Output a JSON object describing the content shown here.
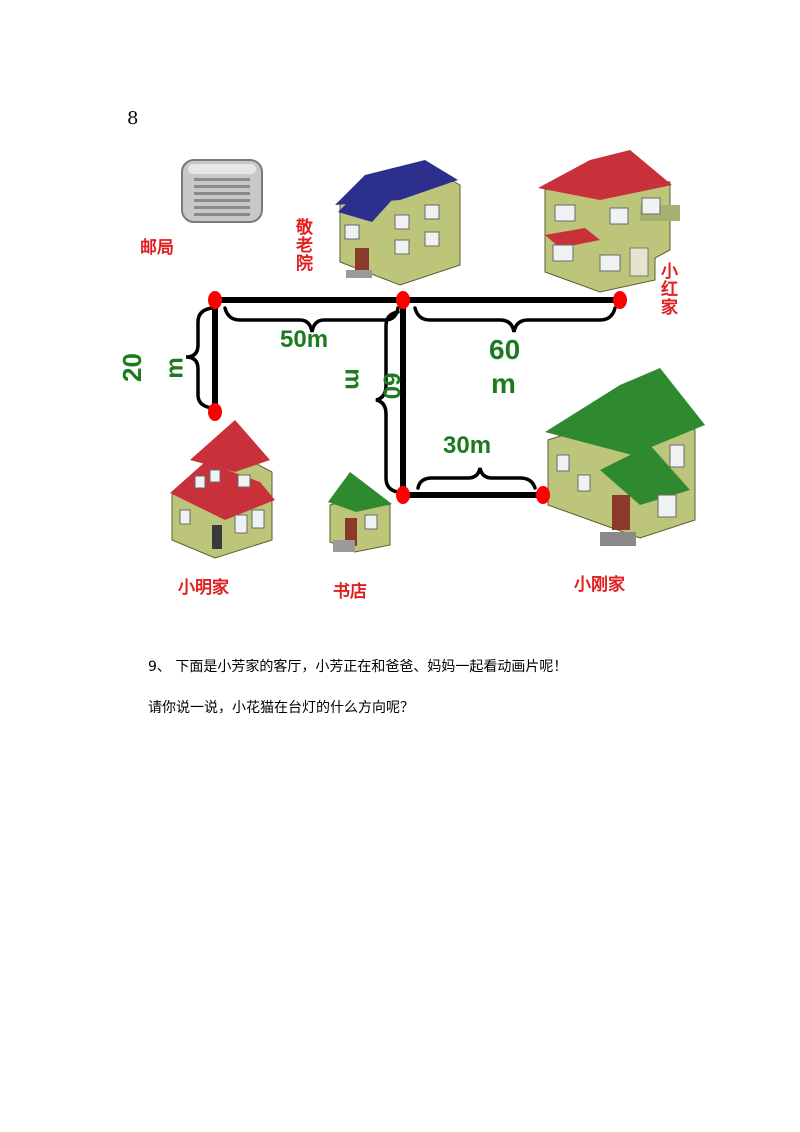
{
  "page_number": "8",
  "map": {
    "places": {
      "post_office": "邮局",
      "elder_home": "敬老院",
      "xiaohong_home": "小红家",
      "xiaoming_home": "小明家",
      "bookstore": "书店",
      "xiaogang_home": "小刚家"
    },
    "distances": {
      "d20": "20",
      "d20_unit": "m",
      "d50": "50m",
      "d60_top": "60",
      "d60_top_unit": "m",
      "d60_vert": "60",
      "d60_vert_unit": "m",
      "d30": "30m"
    },
    "colors": {
      "road": "#000000",
      "node": "#ff0000",
      "label_red": "#e02020",
      "label_green": "#1e7a1e"
    }
  },
  "question9": {
    "line1": "9、  下面是小芳家的客厅，小芳正在和爸爸、妈妈一起看动画片呢！",
    "line2": "请你说一说，小花猫在台灯的什么方向呢？"
  }
}
